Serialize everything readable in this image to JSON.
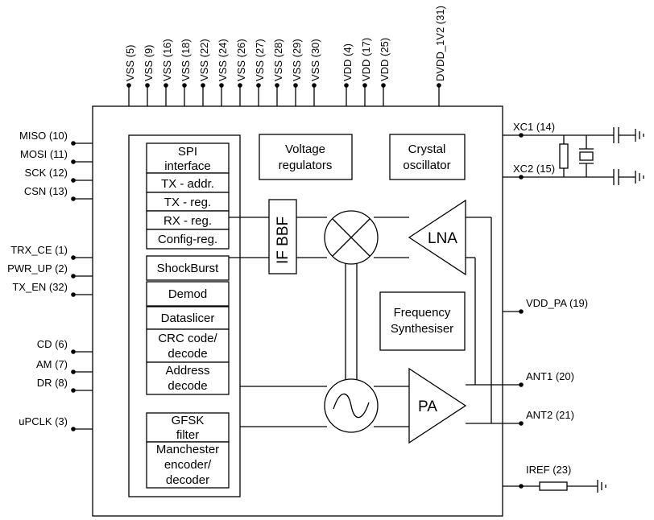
{
  "top_pins": [
    "VSS (5)",
    "VSS (9)",
    "VSS (16)",
    "VSS (18)",
    "VSS (22)",
    "VSS (24)",
    "VSS (26)",
    "VSS (27)",
    "VSS (28)",
    "VSS (29)",
    "VSS (30)",
    "VDD (4)",
    "VDD (17)",
    "VDD (25)",
    "DVDD_1V2 (31)"
  ],
  "left_pins": [
    "MISO (10)",
    "MOSI (11)",
    "SCK (12)",
    "CSN (13)",
    "TRX_CE (1)",
    "PWR_UP (2)",
    "TX_EN (32)",
    "CD (6)",
    "AM (7)",
    "DR (8)",
    "uPCLK (3)"
  ],
  "right_pins": [
    "XC1 (14)",
    "XC2 (15)",
    "VDD_PA (19)",
    "ANT1 (20)",
    "ANT2 (21)",
    "IREF (23)"
  ],
  "blocks": {
    "spi_interface": [
      "SPI",
      "interface"
    ],
    "tx_addr": "TX - addr.",
    "tx_reg": "TX - reg.",
    "rx_reg": "RX - reg.",
    "config_reg": "Config-reg.",
    "shockburst": "ShockBurst",
    "demod": "Demod",
    "dataslicer": "Dataslicer",
    "crc": [
      "CRC code/",
      "decode"
    ],
    "address": [
      "Address",
      "decode"
    ],
    "gfsk": [
      "GFSK",
      "filter"
    ],
    "manchester": [
      "Manchester",
      "encoder/",
      "decoder"
    ],
    "voltage_regulators": [
      "Voltage",
      "regulators"
    ],
    "crystal_oscillator": [
      "Crystal",
      "oscillator"
    ],
    "if_bbf": "IF BBF",
    "lna": "LNA",
    "pa": "PA",
    "frequency_synthesiser": [
      "Frequency",
      "Synthesiser"
    ]
  }
}
